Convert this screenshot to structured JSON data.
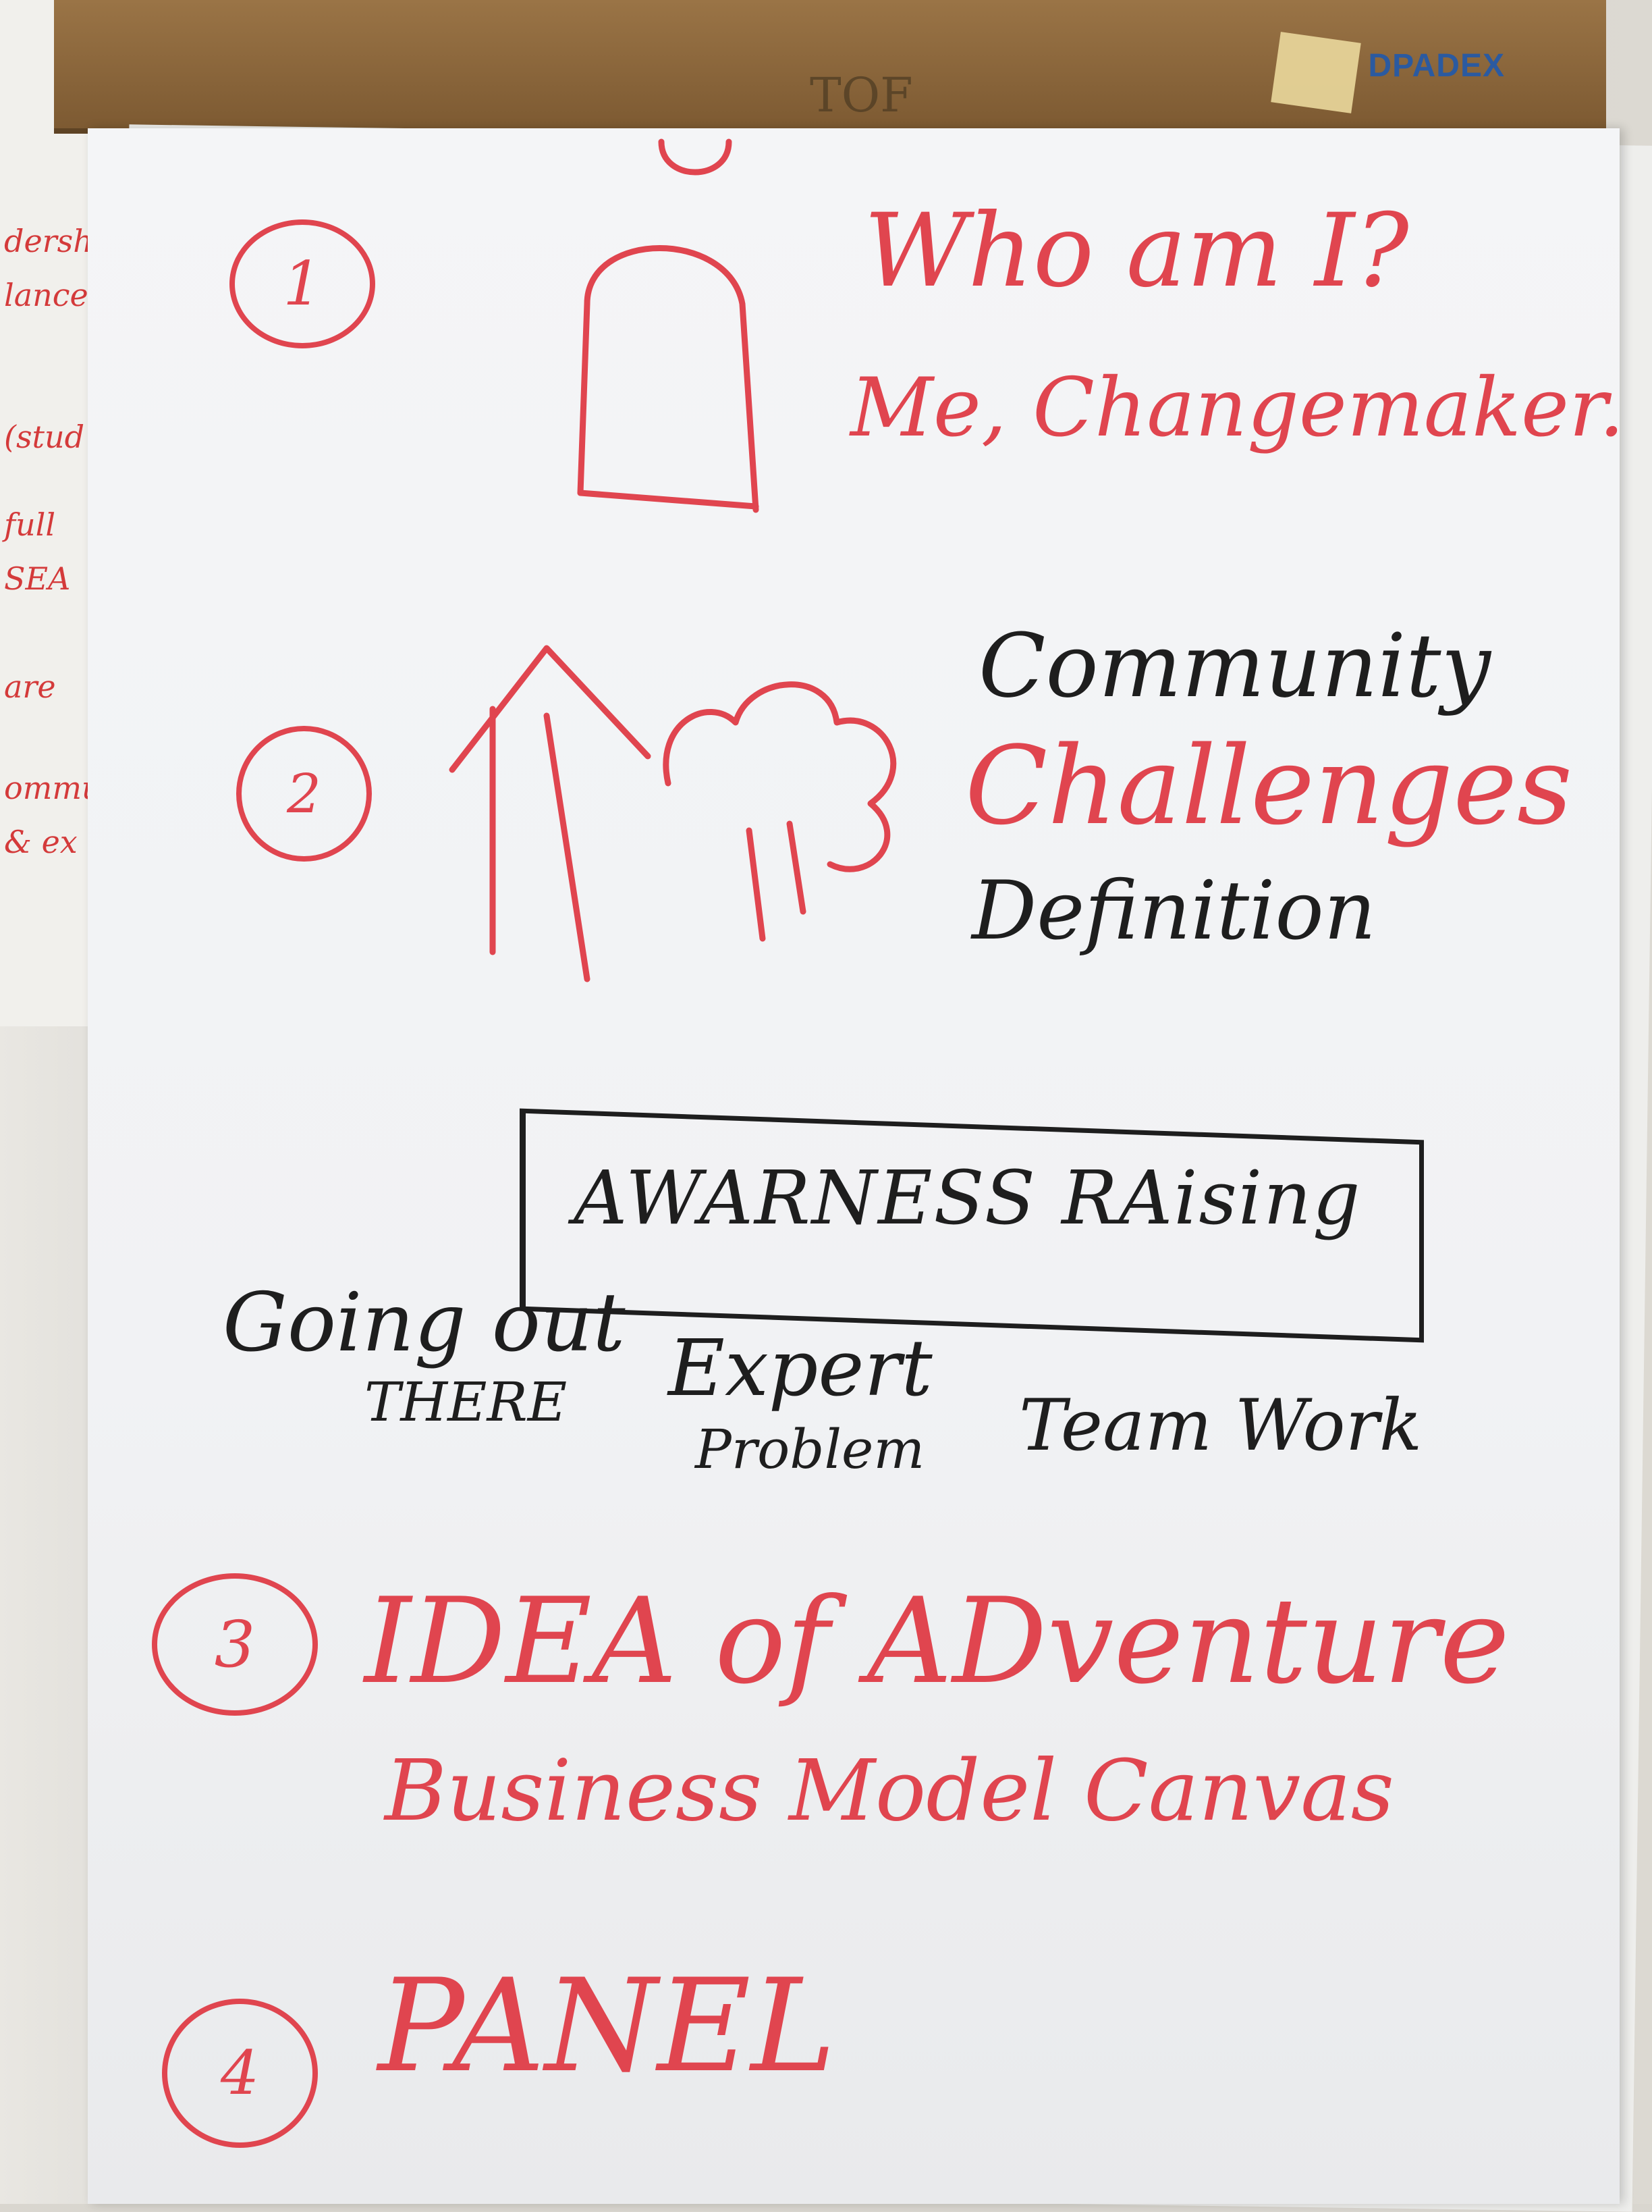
{
  "colors": {
    "red_marker": "#e0454f",
    "black_marker": "#1e1e1e",
    "paper": "#f2f3f5",
    "rail": "#8a6538"
  },
  "rail": {
    "brand": "DPADEX",
    "mark": "TOF"
  },
  "left_board": {
    "scraps": [
      "dersh",
      "lance",
      "(stud",
      "full",
      "SEA",
      "are",
      "ommu",
      "& ex"
    ]
  },
  "items": [
    {
      "number": "1",
      "lines": [
        "Who am I?",
        "Me, Changemaker."
      ]
    },
    {
      "number": "2",
      "lines": [
        "Community",
        "Challenges",
        "Definition"
      ]
    },
    {
      "number": "3",
      "lines": [
        "IDEA of ADventure",
        "Business Model Canvas"
      ]
    },
    {
      "number": "4",
      "lines": [
        "PANEL"
      ]
    }
  ],
  "banner": {
    "text": "AWARNESS RAising"
  },
  "sub_items": [
    {
      "line1": "Going out",
      "line2": "THERE"
    },
    {
      "line1": "Expert",
      "line2": "Problem"
    },
    {
      "line1": "Team Work",
      "line2": ""
    }
  ],
  "icons": [
    "head-icon",
    "hand-arrow-icon",
    "tree-icon"
  ]
}
